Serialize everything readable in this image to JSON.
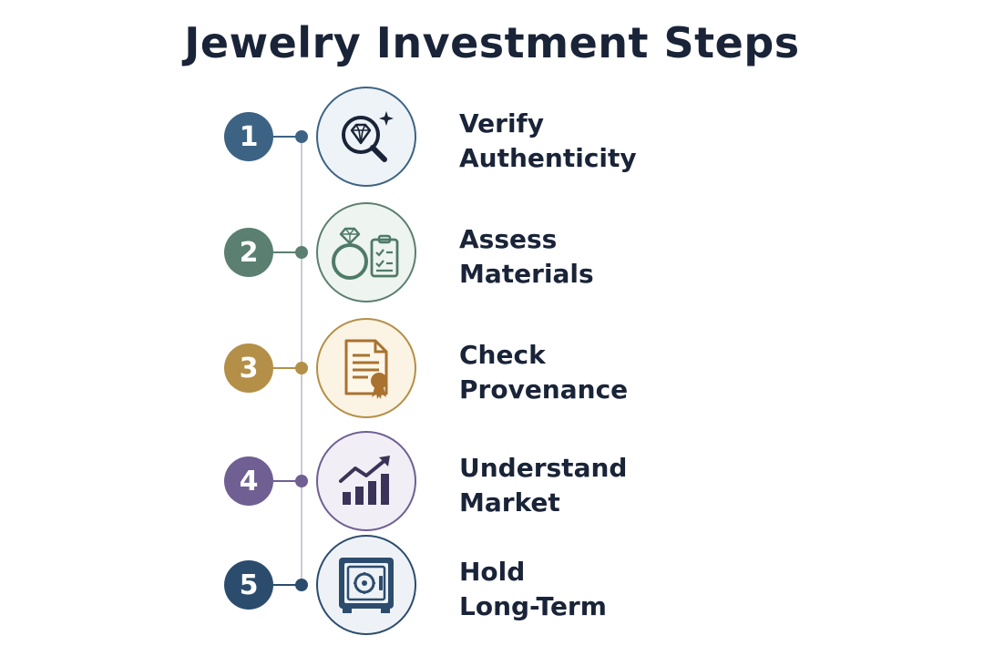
{
  "title": "Jewelry Investment Steps",
  "steps": [
    {
      "number": "1",
      "line1": "Verify",
      "line2": "Authenticity",
      "icon": "diamond-magnifier-icon",
      "color": "#3d6384",
      "tint": "#eef3f7"
    },
    {
      "number": "2",
      "line1": "Assess",
      "line2": "Materials",
      "icon": "ring-checklist-icon",
      "color": "#5b7f70",
      "tint": "#eef4f0"
    },
    {
      "number": "3",
      "line1": "Check",
      "line2": "Provenance",
      "icon": "certificate-icon",
      "color": "#b48f48",
      "tint": "#fbf3e3"
    },
    {
      "number": "4",
      "line1": "Understand",
      "line2": "Market",
      "icon": "growth-chart-icon",
      "color": "#6f5f92",
      "tint": "#f1eef6"
    },
    {
      "number": "5",
      "line1": "Hold",
      "line2": "Long-Term",
      "icon": "safe-icon",
      "color": "#2c4c6e",
      "tint": "#eef2f6"
    }
  ]
}
